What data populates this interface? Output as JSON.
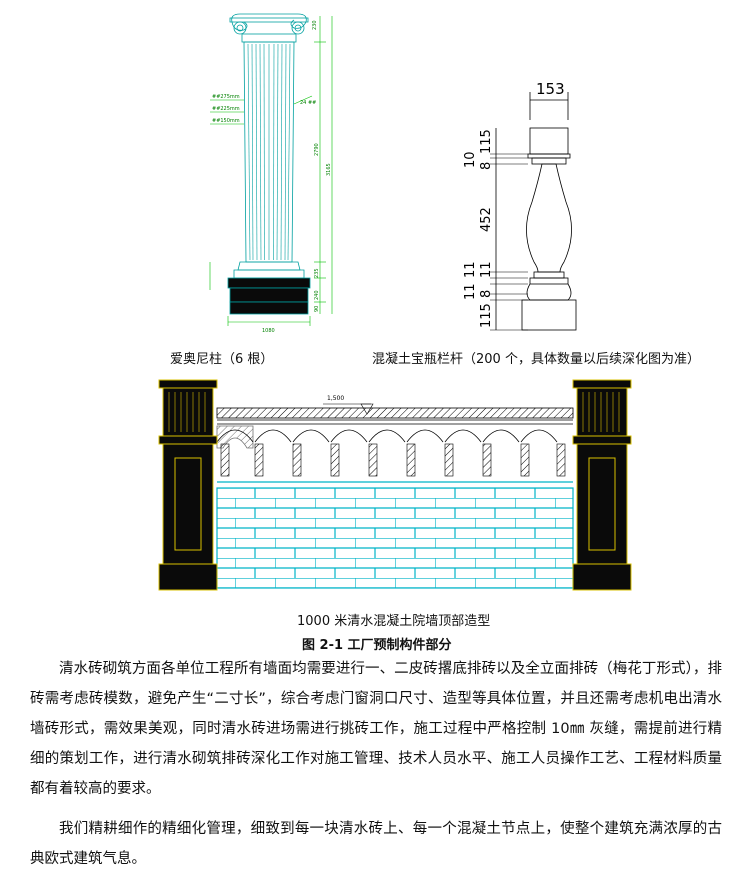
{
  "figure_top_left": {
    "caption": "爱奥尼柱（6 根）",
    "dims": {
      "d1": "230",
      "d2": "24 ##",
      "d3": "2790",
      "d4": "3165",
      "d5": "235",
      "d6": "240",
      "d7": "90",
      "d8": "1080",
      "d9": "##275mm",
      "d10": "##225mm",
      "d11": "##150mm"
    }
  },
  "figure_top_right": {
    "caption": "混凝土宝瓶栏杆（200 个，具体数量以后续深化图为准）",
    "dims": {
      "width": "153",
      "v1": "115",
      "v2": "10",
      "v3": "8",
      "v4": "452",
      "v5": "11",
      "v6": "11",
      "v7": "11",
      "v8": "8",
      "v9": "115"
    }
  },
  "figure_wall": {
    "caption": "1000 米清水混凝土院墙顶部造型",
    "dim": "1,500"
  },
  "figure_title": "图 2-1   工厂预制构件部分",
  "paragraphs": [
    "清水砖砌筑方面各单位工程所有墙面均需要进行一、二皮砖撂底排砖以及全立面排砖（梅花丁形式），排砖需考虑砖模数，避免产生“二寸长”，综合考虑门窗洞口尺寸、造型等具体位置，并且还需考虑机电出清水墙砖形式，需效果美观，同时清水砖进场需进行挑砖工作，施工过程中严格控制 10㎜ 灰缝，需提前进行精细的策划工作，进行清水砌筑排砖深化工作对施工管理、技术人员水平、施工人员操作工艺、工程材料质量都有着较高的要求。",
    "我们精耕细作的精细化管理，细致到每一块清水砖上、每一个混凝土节点上，使整个建筑充满浓厚的古典欧式建筑气息。"
  ]
}
